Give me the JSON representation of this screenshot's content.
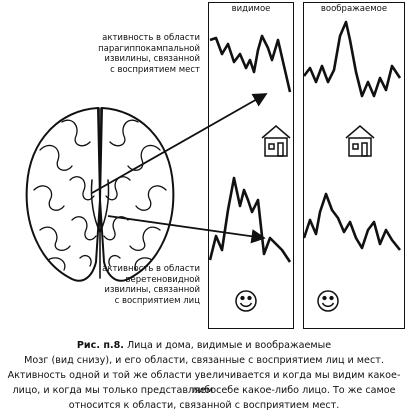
{
  "panels": {
    "seen_label": "видимое",
    "imagined_label": "воображаемое"
  },
  "annotations": {
    "place_area": [
      "активность в области",
      "парагиппокампальной",
      "извилины, связанной",
      "с восприятием мест"
    ],
    "face_area": [
      "активность в области",
      "веретеновидной",
      "извилины, связанной",
      "с восприятием лиц"
    ]
  },
  "caption": {
    "title_bold": "Рис. п.8.",
    "title_rest": " Лица и дома, видимые и воображаемые",
    "lines": [
      "Мозг (вид снизу), и его области, связанные с восприятием лиц и мест.",
      "Активность одной и той же области увеличивается и когда мы видим какое-либо",
      "лицо, и когда мы только представляем себе какое-либо лицо. То же самое",
      "относится к области, связанной с восприятием мест."
    ]
  }
}
